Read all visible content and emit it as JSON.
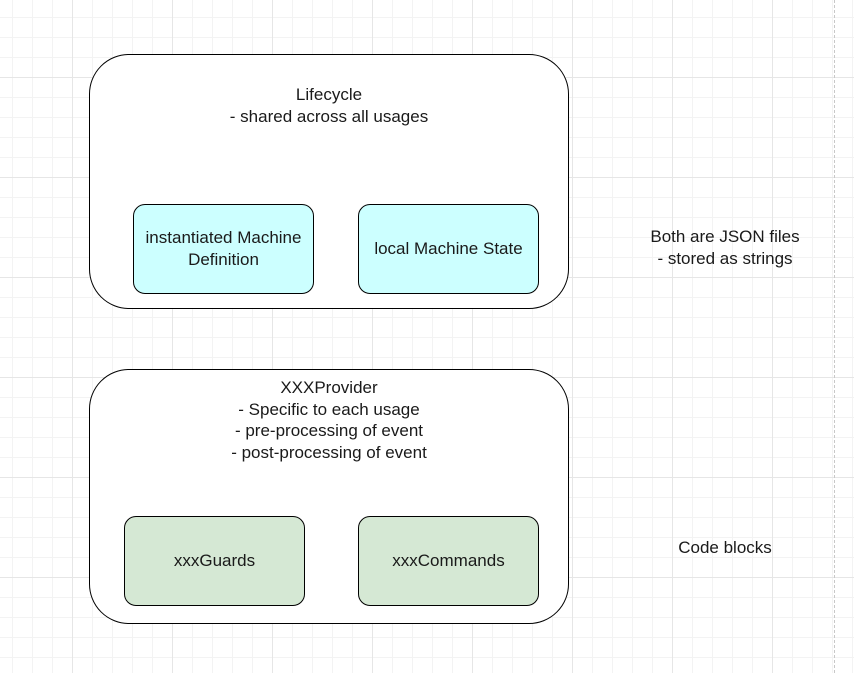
{
  "lifecycle": {
    "title": "Lifecycle",
    "lines": [
      "- shared across all usages"
    ],
    "boxes": [
      {
        "label": "instantiated Machine Definition"
      },
      {
        "label": "local Machine State"
      }
    ]
  },
  "provider": {
    "title": "XXXProvider",
    "lines": [
      "- Specific to each usage",
      "- pre-processing of event",
      "- post-processing of event"
    ],
    "boxes": [
      {
        "label": "xxxGuards"
      },
      {
        "label": "xxxCommands"
      }
    ]
  },
  "notes": {
    "json": [
      "Both are JSON files",
      "- stored as strings"
    ],
    "code": "Code blocks"
  },
  "colors": {
    "data_box_fill": "#ccffff",
    "code_box_fill": "#d5e8d4"
  }
}
